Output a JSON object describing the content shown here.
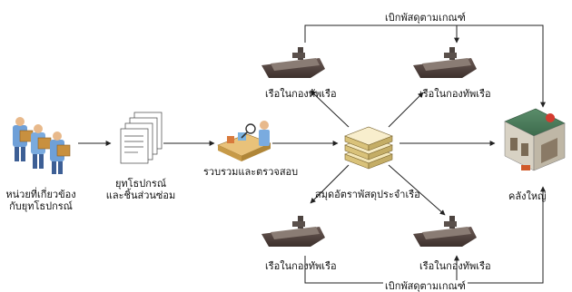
{
  "diagram": {
    "labels": {
      "units": [
        "หน่วยที่เกี่ยวข้อง",
        "กับยุทโธปกรณ์"
      ],
      "equipment": [
        "ยุทโธปกรณ์",
        "และชิ้นส่วนซ่อม"
      ],
      "collect": "รวบรวมและตรวจสอบ",
      "ledger": "สมุดอัตราพัสดุประจำเรือ",
      "warehouse": "คลังใหญ่",
      "ship_top_left": "เรือในกองทัพเรือ",
      "ship_top_right": "เรือในกองทัพเรือ",
      "ship_bottom_left": "เรือในกองทัพเรือ",
      "ship_bottom_right": "เรือในกองทัพเรือ",
      "requisition_top": "เบิกพัสดุตามเกณฑ์",
      "requisition_bottom": "เบิกพัสดุตามเกณฑ์"
    },
    "icons": [
      "people-icon",
      "documents-icon",
      "inspection-icon",
      "books-icon",
      "warehouse-icon",
      "ship-icon"
    ]
  }
}
